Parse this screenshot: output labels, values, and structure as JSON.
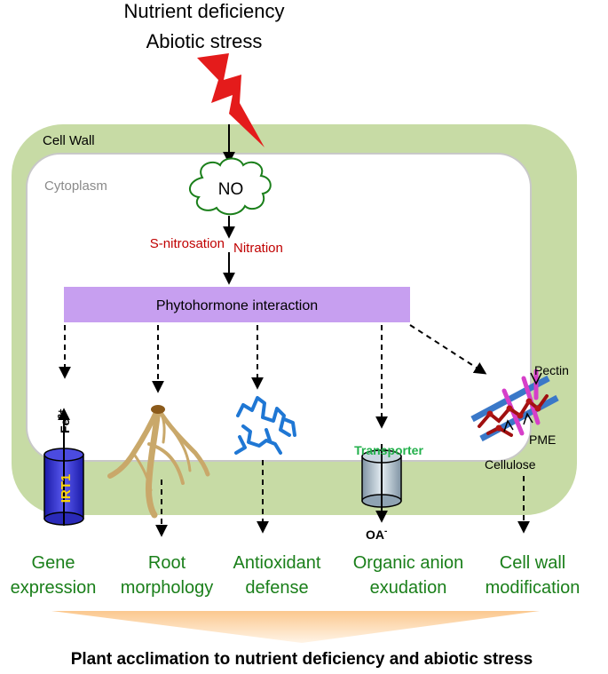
{
  "stimuli": [
    "Nutrient deficiency",
    "Abiotic stress"
  ],
  "cell_wall_label": "Cell Wall",
  "cytoplasm_label": "Cytoplasm",
  "no_label": "NO",
  "modifications": {
    "left": "S-nitrosation",
    "right": "Nitration"
  },
  "phytohormone_label": "Phytohormone interaction",
  "components": {
    "irt1": "IRT1",
    "fe": "Fe",
    "fe_charge": "2+",
    "transporter": "Transporter",
    "oa": "OA",
    "oa_charge": "-",
    "pectin": "Pectin",
    "pme": "PME",
    "cellulose": "Cellulose"
  },
  "outcomes": [
    {
      "line1": "Gene",
      "line2": "expression"
    },
    {
      "line1": "Root",
      "line2": "morphology"
    },
    {
      "line1": "Antioxidant",
      "line2": "defense"
    },
    {
      "line1": "Organic anion",
      "line2": "exudation"
    },
    {
      "line1": "Cell wall",
      "line2": "modification"
    }
  ],
  "conclusion": "Plant acclimation to nutrient deficiency and abiotic stress",
  "colors": {
    "cell_wall": "#c7dba5",
    "cytoplasm": "#ffffff",
    "phytohormone_bar": "#c79ff0",
    "lightning": "#e41b1b",
    "modification_text": "#c00000",
    "outcome_text": "#1a7f1a",
    "transporter_text": "#22b04b",
    "conclusion_arrow": "#fbd3a6"
  }
}
